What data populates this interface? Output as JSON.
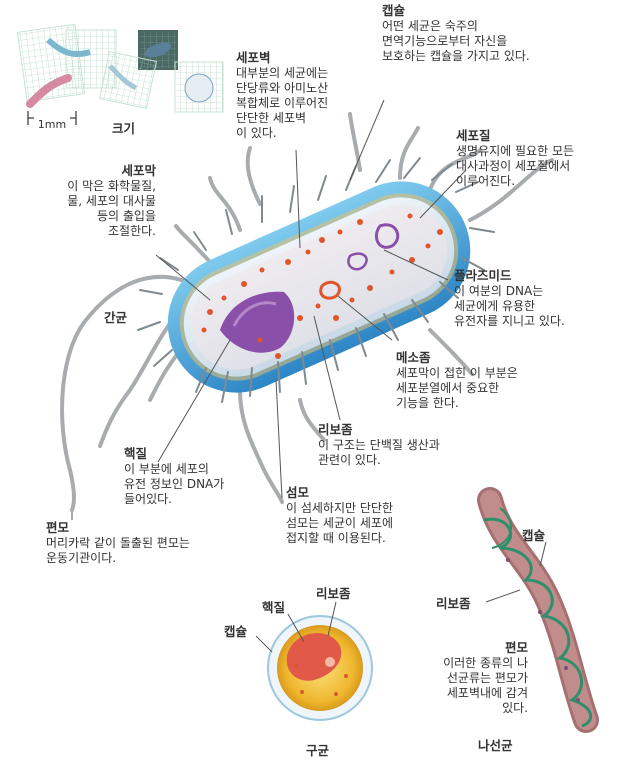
{
  "scale": {
    "bar_label": "1mm",
    "caption": "크기"
  },
  "cell_wall": {
    "title": "세포벽",
    "lines": [
      "대부분의 세균에는",
      "단당류와 아미노산",
      "복합체로 이루어진",
      "단단한 세포벽",
      "이 있다."
    ]
  },
  "capsule": {
    "title": "캡슐",
    "lines": [
      "어떤 세균은 숙주의",
      "면역기능으로부터 자신을",
      "보호하는 캡슐을 가지고 있다."
    ]
  },
  "cytoplasm": {
    "title": "세포질",
    "lines": [
      "생명유지에 필요한 모든",
      "대사과정이 세포질에서",
      "이루어진다."
    ]
  },
  "membrane": {
    "title": "세포막",
    "lines": [
      "이 막은 화학물질,",
      "물, 세포의 대사물",
      "등의 출입을",
      "조절한다."
    ]
  },
  "plasmid": {
    "title": "플라즈미드",
    "lines": [
      "이 여분의 DNA는",
      "세균에게 유용한",
      "유전자를 지니고 있다."
    ]
  },
  "mesosome": {
    "title": "메소좀",
    "lines": [
      "세포막이 접힌 이 부분은",
      "세포분열에서 중요한",
      "기능을 한다."
    ]
  },
  "bacillus_label": "간균",
  "ribosome": {
    "title": "리보좀",
    "lines": [
      "이 구조는 단백질 생산과",
      "관련이 있다."
    ]
  },
  "nucleoid": {
    "title": "핵질",
    "lines": [
      "이 부분에 세포의",
      "유전 정보인 DNA가",
      "들어있다."
    ]
  },
  "pili": {
    "title": "섬모",
    "lines": [
      "이 섬세하지만 단단한",
      "섬모는 세균이 세포에",
      "접지할 때 이용된다."
    ]
  },
  "flagellum": {
    "title": "편모",
    "lines": [
      "머리카락 같이 돌출된 편모는",
      "운동기관이다."
    ]
  },
  "coccus": {
    "capsule": "캡슐",
    "nucleoid": "핵질",
    "ribosome": "리보좀",
    "caption": "구균"
  },
  "spirillum": {
    "capsule": "캡슐",
    "ribosome": "리보좀",
    "flagellum_title": "편모",
    "flagellum_lines": [
      "이러한 종류의 나",
      "선균류는 편모가",
      "세포벽내에 감겨",
      "있다."
    ],
    "caption": "나선균"
  },
  "colors": {
    "capsule_blue": "#5fb8e0",
    "cell_light": "#dde9f2",
    "nucleoid_purple": "#8a4fa8",
    "ribosome_orange": "#e0552a",
    "spirillum_body": "#b97e7e",
    "spirillum_flagella": "#2f8f6a",
    "coccus_yellow": "#f2c23a"
  }
}
